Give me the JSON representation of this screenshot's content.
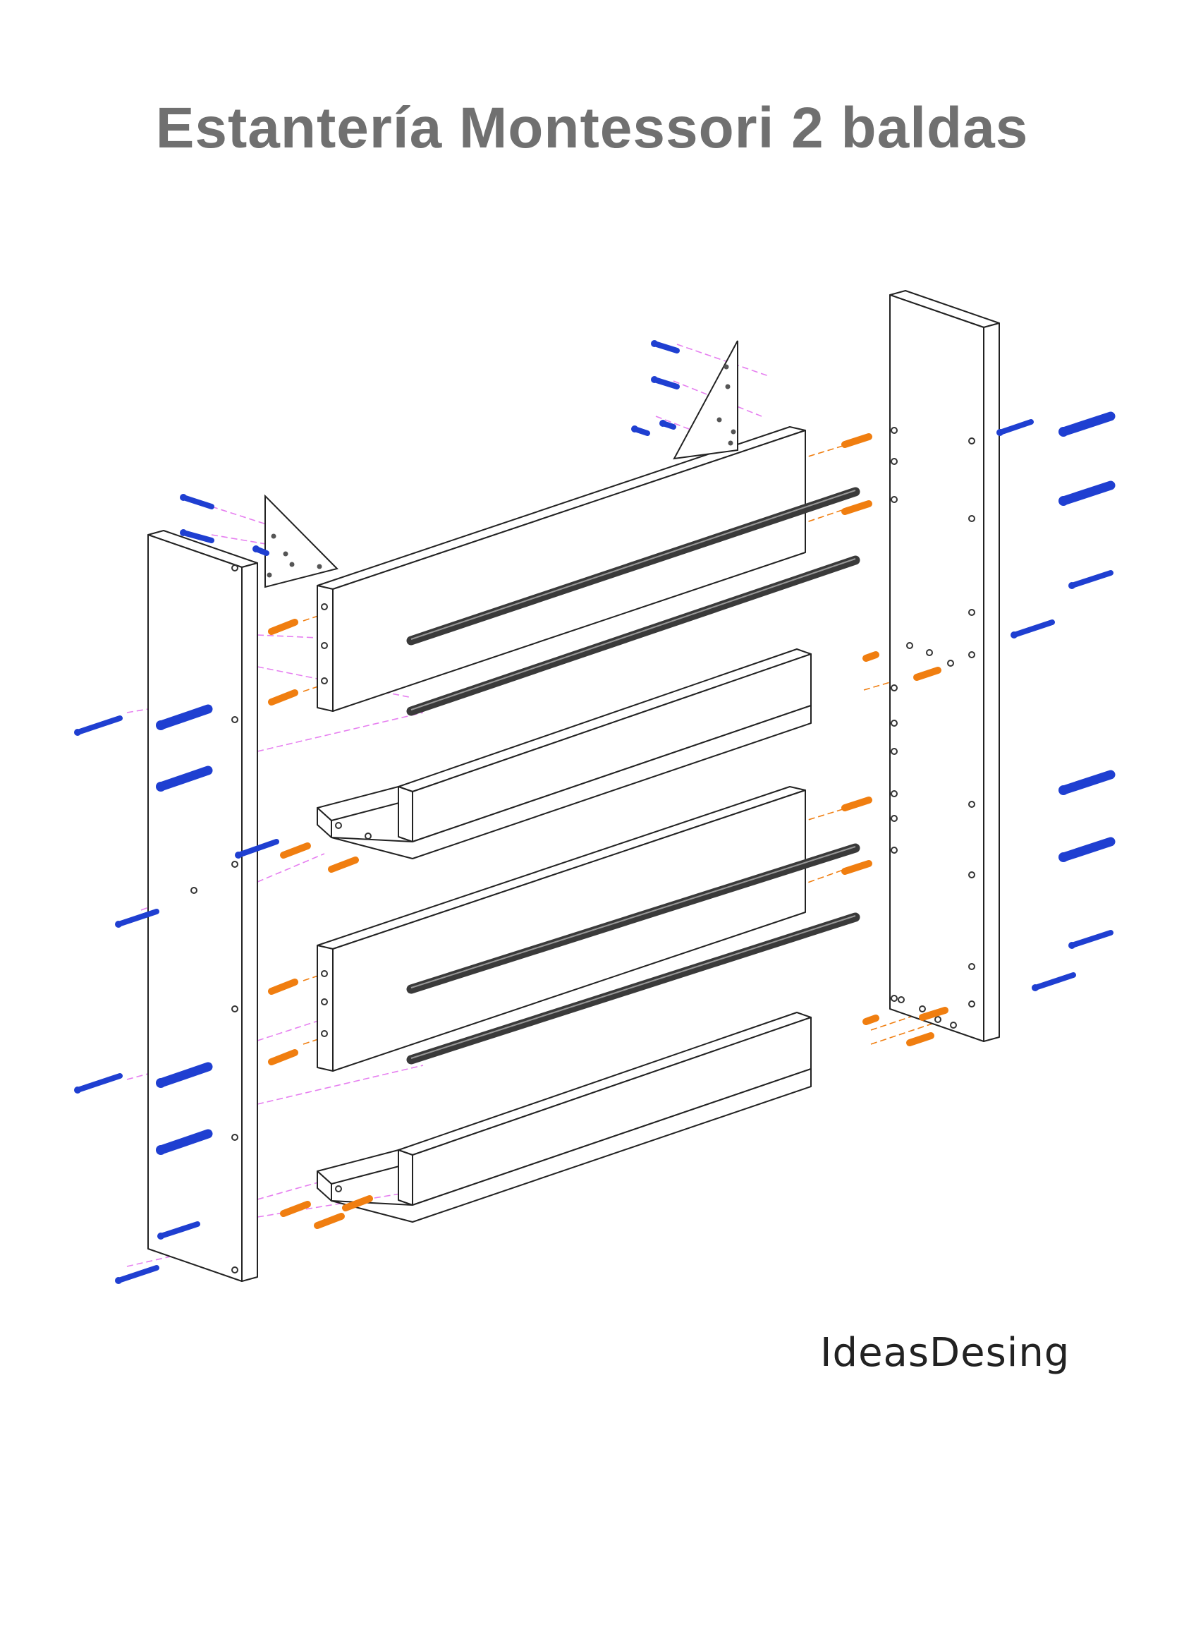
{
  "title": "Estantería Montessori 2 baldas",
  "brand": "IdeasDesing",
  "colors": {
    "title": "#707070",
    "text": "#222222",
    "outline": "#222222",
    "screw": "#1f3fd1",
    "dowel": "#f07e10",
    "guide_line_pink": "#e67ff0",
    "guide_line_orange": "#f07e10",
    "rod": "#3a3a3a"
  },
  "diagram": {
    "parts": [
      {
        "name": "left-side-panel",
        "icon": "panel"
      },
      {
        "name": "right-side-panel",
        "icon": "panel"
      },
      {
        "name": "upper-back-board",
        "icon": "board"
      },
      {
        "name": "lower-back-board",
        "icon": "board"
      },
      {
        "name": "upper-shelf",
        "icon": "l-shelf"
      },
      {
        "name": "lower-shelf",
        "icon": "l-shelf"
      },
      {
        "name": "triangle-bracket",
        "icon": "triangle"
      },
      {
        "name": "round-rod",
        "icon": "rod"
      },
      {
        "name": "screw",
        "icon": "screw"
      },
      {
        "name": "wooden-dowel",
        "icon": "dowel"
      }
    ]
  }
}
